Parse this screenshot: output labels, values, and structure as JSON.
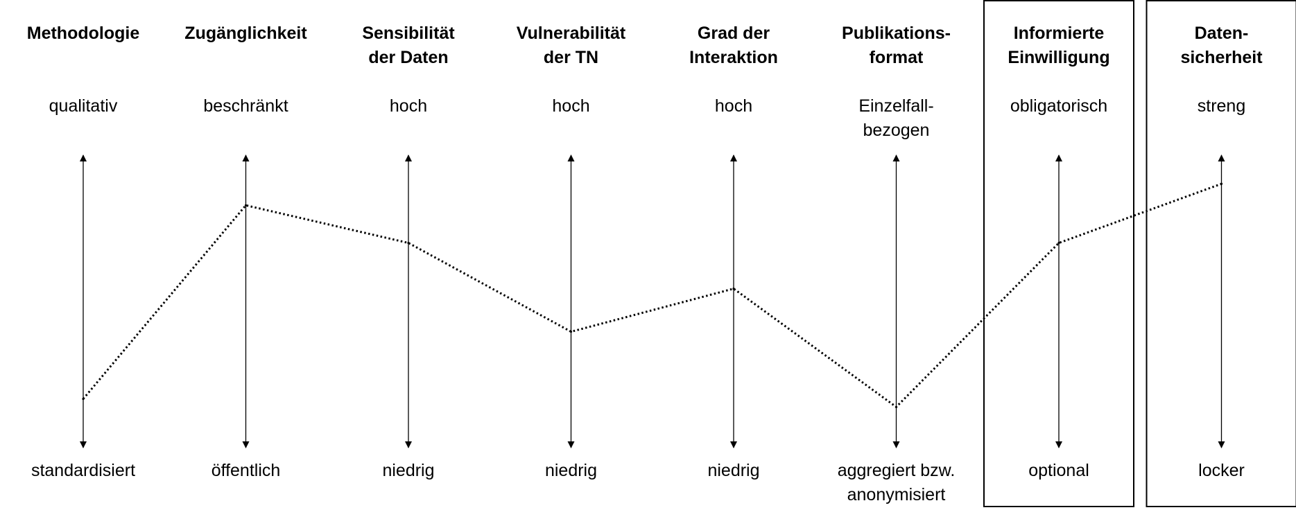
{
  "dimensions": [
    {
      "header": [
        "Methodologie"
      ],
      "top": [
        "qualitativ"
      ],
      "bottom": [
        "standardisiert"
      ],
      "value": 0.14,
      "boxed": false
    },
    {
      "header": [
        "Zugänglichkeit"
      ],
      "top": [
        "beschränkt"
      ],
      "bottom": [
        "öffentlich"
      ],
      "value": 0.86,
      "boxed": false
    },
    {
      "header": [
        "Sensibilität",
        "der Daten"
      ],
      "top": [
        "hoch"
      ],
      "bottom": [
        "niedrig"
      ],
      "value": 0.72,
      "boxed": false
    },
    {
      "header": [
        "Vulnerabilität",
        "der TN"
      ],
      "top": [
        "hoch"
      ],
      "bottom": [
        "niedrig"
      ],
      "value": 0.39,
      "boxed": false
    },
    {
      "header": [
        "Grad der",
        "Interaktion"
      ],
      "top": [
        "hoch"
      ],
      "bottom": [
        "niedrig"
      ],
      "value": 0.55,
      "boxed": false
    },
    {
      "header": [
        "Publikations-",
        "format"
      ],
      "top": [
        "Einzelfall-",
        "bezogen"
      ],
      "bottom": [
        "aggregiert bzw.",
        "anonymisiert"
      ],
      "value": 0.11,
      "boxed": false
    },
    {
      "header": [
        "Informierte",
        "Einwilligung"
      ],
      "top": [
        "obligatorisch"
      ],
      "bottom": [
        "optional"
      ],
      "value": 0.72,
      "boxed": true
    },
    {
      "header": [
        "Daten-",
        "sicherheit"
      ],
      "top": [
        "streng"
      ],
      "bottom": [
        "locker"
      ],
      "value": 0.94,
      "boxed": true
    }
  ],
  "colors": {
    "ink": "#000000",
    "background": "#ffffff"
  }
}
